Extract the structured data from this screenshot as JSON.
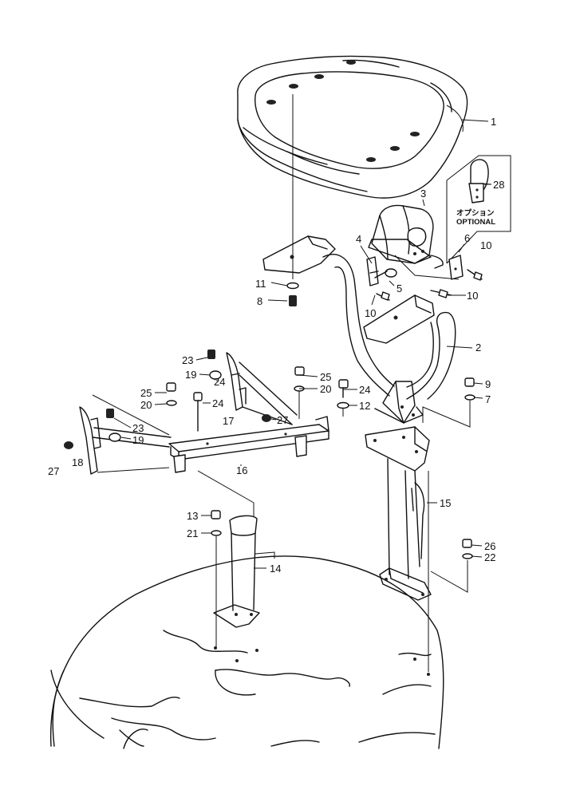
{
  "callouts": [
    {
      "id": "c1",
      "text": "1"
    },
    {
      "id": "c2",
      "text": "2"
    },
    {
      "id": "c3",
      "text": "3"
    },
    {
      "id": "c4",
      "text": "4"
    },
    {
      "id": "c5",
      "text": "5"
    },
    {
      "id": "c6",
      "text": "6"
    },
    {
      "id": "c7a",
      "text": "7"
    },
    {
      "id": "c8",
      "text": "8"
    },
    {
      "id": "c9",
      "text": "9"
    },
    {
      "id": "c10a",
      "text": "10"
    },
    {
      "id": "c10b",
      "text": "10"
    },
    {
      "id": "c10c",
      "text": "10"
    },
    {
      "id": "c11",
      "text": "11"
    },
    {
      "id": "c12",
      "text": "12"
    },
    {
      "id": "c13",
      "text": "13"
    },
    {
      "id": "c14",
      "text": "14"
    },
    {
      "id": "c15",
      "text": "15"
    },
    {
      "id": "c16",
      "text": "16"
    },
    {
      "id": "c17",
      "text": "17"
    },
    {
      "id": "c18",
      "text": "18"
    },
    {
      "id": "c19a",
      "text": "19"
    },
    {
      "id": "c19b",
      "text": "19"
    },
    {
      "id": "c20a",
      "text": "20"
    },
    {
      "id": "c20b",
      "text": "20"
    },
    {
      "id": "c21",
      "text": "21"
    },
    {
      "id": "c22",
      "text": "22"
    },
    {
      "id": "c23a",
      "text": "23"
    },
    {
      "id": "c23b",
      "text": "23"
    },
    {
      "id": "c24a",
      "text": "24"
    },
    {
      "id": "c24b",
      "text": "24"
    },
    {
      "id": "c24c",
      "text": "24"
    },
    {
      "id": "c25a",
      "text": "25"
    },
    {
      "id": "c25b",
      "text": "25"
    },
    {
      "id": "c26",
      "text": "26"
    },
    {
      "id": "c27a",
      "text": "27"
    },
    {
      "id": "c27b",
      "text": "27"
    },
    {
      "id": "c28",
      "text": "28"
    }
  ],
  "optional_note": {
    "japanese": "オプション",
    "english": "OPTIONAL"
  }
}
